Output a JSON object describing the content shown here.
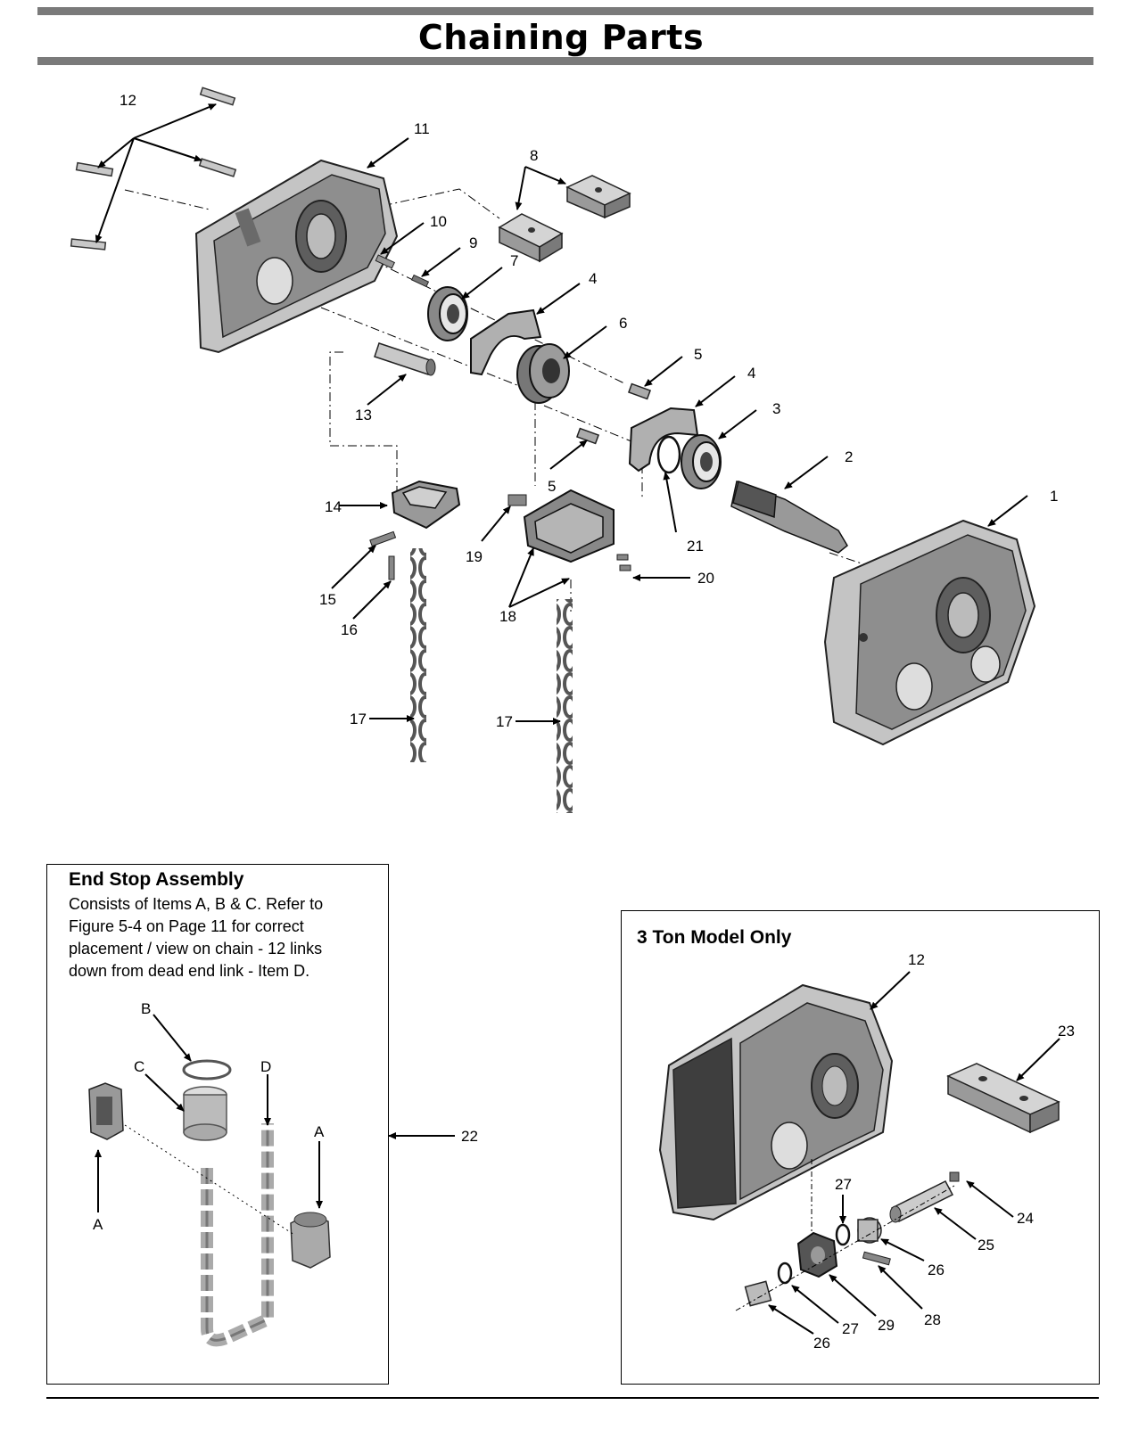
{
  "page": {
    "title": "Chaining Parts"
  },
  "main_callouts": [
    "1",
    "2",
    "3",
    "4",
    "4",
    "5",
    "5",
    "6",
    "7",
    "8",
    "9",
    "10",
    "11",
    "12",
    "13",
    "14",
    "15",
    "16",
    "17",
    "17",
    "18",
    "19",
    "20",
    "21",
    "22"
  ],
  "end_stop": {
    "title": "End Stop Assembly",
    "description_lines": [
      "Consists of Items A, B & C. Refer to",
      "Figure 5-4 on Page 11 for correct",
      "placement / view on chain - 12 links",
      "down from dead end link - Item D."
    ],
    "callouts": [
      "A",
      "A",
      "B",
      "C",
      "D"
    ]
  },
  "three_ton": {
    "title": "3 Ton Model Only",
    "callouts": [
      "12",
      "23",
      "24",
      "25",
      "26",
      "26",
      "27",
      "27",
      "28",
      "29"
    ]
  },
  "colors": {
    "rule": "#7a7a7a",
    "part_fill": "#bdbdbd",
    "part_dark": "#6e6e6e",
    "line": "#000000"
  }
}
